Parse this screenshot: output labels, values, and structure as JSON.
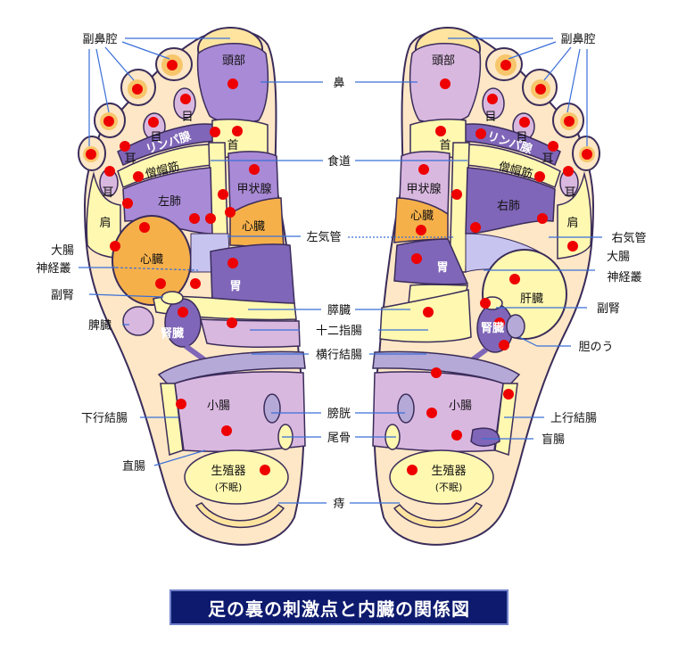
{
  "title": "足の裏の刺激点と内臓の関係図",
  "colors": {
    "skin": "#fde7c6",
    "outline": "#3a2c5a",
    "yellow": "#fff8b0",
    "light_purple": "#d9b8e0",
    "mid_purple": "#a98ad6",
    "dark_purple": "#8066b8",
    "orange": "#f6b04a",
    "dot": "#ee0000",
    "title_bg": "#0d1a6e"
  },
  "center_labels": {
    "hana": "鼻",
    "shokudo": "食道",
    "sa_kikan": "左気管",
    "suizo": "膵臓",
    "juunishi": "十二指腸",
    "oukou": "横行結腸",
    "boukou": "膀胱",
    "bikotsu": "尾骨",
    "ji": "痔"
  },
  "left_outer": {
    "fukubikuu": "副鼻腔",
    "daichou_1": "大腸",
    "daichou_2": "神経叢",
    "fukujin": "副腎",
    "hizou": "脾臓",
    "kakou": "下行結腸",
    "chokuchou": "直腸"
  },
  "right_outer": {
    "fukubikuu": "副鼻腔",
    "u_kikan": "右気管",
    "daichou_1": "大腸",
    "daichou_2": "神経叢",
    "fukujin": "副腎",
    "tannou": "胆のう",
    "joukou": "上行結腸",
    "mouchou": "盲腸"
  },
  "left_foot": {
    "toubu": "頭部",
    "me1": "目",
    "me2": "目",
    "mimi1": "耳",
    "mimi2": "耳",
    "lymph": "リンパ腺",
    "soubou": "僧帽筋",
    "kubi": "首",
    "koujou": "甲状腺",
    "kata": "肩",
    "haifei": "左肺",
    "shinzou_big": "心臓",
    "shinzou": "心臓",
    "i": "胃",
    "jinzou": "腎臓",
    "shouchou": "小腸",
    "seishoku": "生殖器",
    "fumin": "(不眠)"
  },
  "right_foot": {
    "toubu": "頭部",
    "me1": "目",
    "me2": "目",
    "mimi1": "耳",
    "mimi2": "耳",
    "lymph": "リンパ腺",
    "soubou": "僧帽筋",
    "kubi": "首",
    "koujou": "甲状腺",
    "kata": "肩",
    "haifei": "右肺",
    "shinzou": "心臓",
    "i": "胃",
    "kanzou": "肝臓",
    "jinzou": "腎臓",
    "shouchou": "小腸",
    "seishoku": "生殖器",
    "fumin": "(不眠)"
  }
}
